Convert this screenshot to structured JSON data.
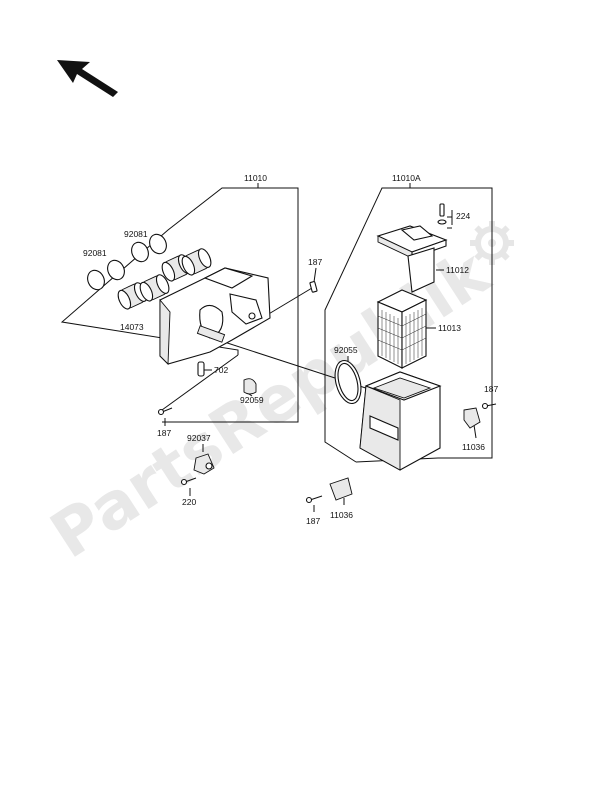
{
  "watermark": {
    "text": "PartsRepublik"
  },
  "icons": {
    "direction": "front-arrow-icon",
    "gear": "gear-icon"
  },
  "callouts": {
    "assy_left": "11010",
    "assy_right": "11010A",
    "ring_upper": "92081",
    "ring_lower": "92081",
    "holder": "14073",
    "bolt_top": "187",
    "bolt_left": "187",
    "bolt_right": "187",
    "bolt_bottom": "187",
    "plug": "702",
    "clamp_small": "92059",
    "bracket": "92037",
    "screw": "220",
    "screw_top": "224",
    "cap": "11012",
    "element": "11013",
    "seal": "92055",
    "stay_right": "11036",
    "stay_bottom": "11036"
  }
}
